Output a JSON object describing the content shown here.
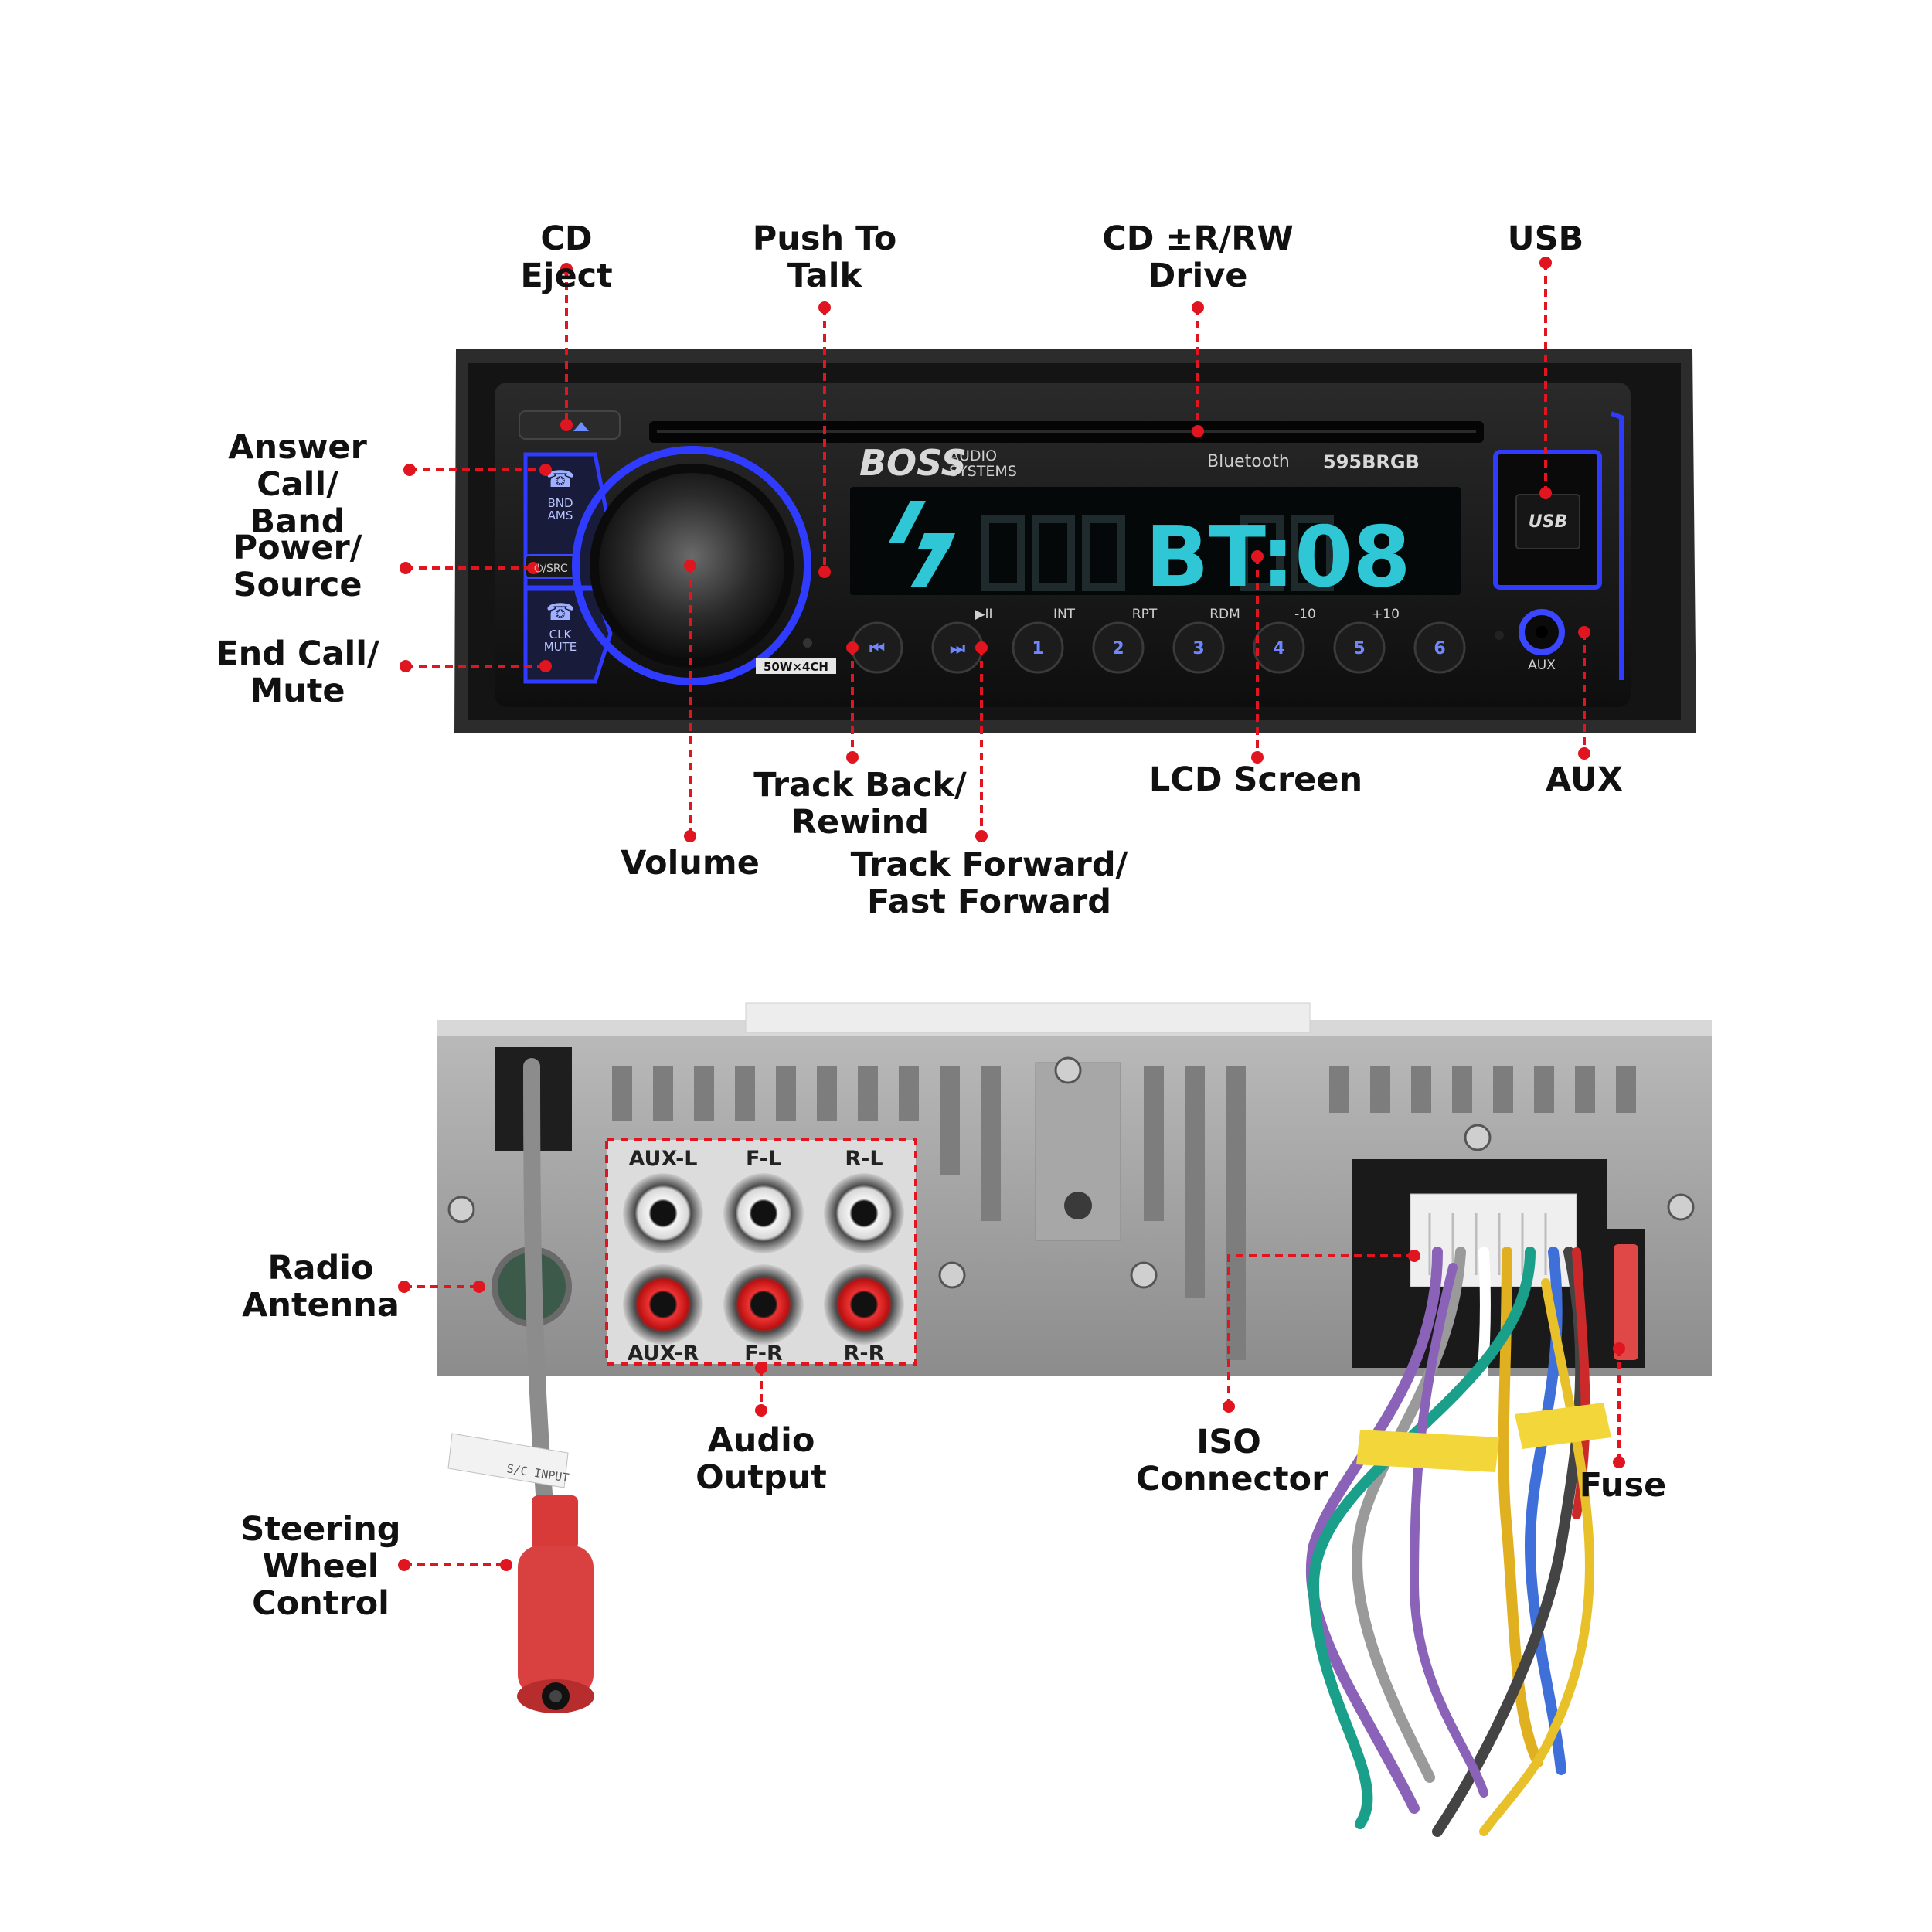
{
  "front_panel": {
    "brand": "BOSS",
    "brand_sub": "AUDIO\nSYSTEMS",
    "bluetooth": "Bluetooth",
    "model": "595BRGB",
    "lcd_text": "BT:08",
    "power_badge": "50W×4CH",
    "usb_label": "USB",
    "aux_label": "AUX",
    "left_buttons": [
      {
        "label": "BND\nAMS",
        "icon": "phone-answer-icon"
      },
      {
        "label": "⏻/SRC",
        "icon": "power-icon"
      },
      {
        "label": "CLK\nMUTE",
        "icon": "phone-hangup-icon"
      }
    ],
    "preset_buttons": [
      {
        "label": "⏮",
        "above": ""
      },
      {
        "label": "⏭",
        "above": "▶II"
      },
      {
        "label": "1",
        "above": "INT"
      },
      {
        "label": "2",
        "above": "RPT"
      },
      {
        "label": "3",
        "above": "RDM"
      },
      {
        "label": "4",
        "above": "-10"
      },
      {
        "label": "5",
        "above": "+10"
      },
      {
        "label": "6",
        "above": ""
      }
    ]
  },
  "rear_panel": {
    "rca_labels_top": [
      "AUX-L",
      "F-L",
      "R-L"
    ],
    "rca_labels_bottom": [
      "AUX-R",
      "F-R",
      "R-R"
    ],
    "tag_text": "S/C INPUT"
  },
  "callouts": {
    "cd_eject": "CD Eject",
    "push_to_talk": "Push To\nTalk",
    "cd_drive": "CD ±R/RW\nDrive",
    "usb": "USB",
    "answer_call": "Answer Call/\nBand",
    "power_source": "Power/\nSource",
    "end_call": "End Call/\nMute",
    "track_back": "Track Back/\nRewind",
    "lcd_screen": "LCD Screen",
    "aux": "AUX",
    "volume": "Volume",
    "track_forward": "Track Forward/\nFast Forward",
    "radio_antenna": "Radio\nAntenna",
    "audio_output": "Audio\nOutput",
    "iso_connector": "ISO\nConnector",
    "fuse": "Fuse",
    "steering_wheel": "Steering\nWheel\nControl"
  },
  "colors": {
    "accent_red": "#e0151f",
    "led_blue": "#2f3cff",
    "lcd_cyan": "#2fc7d6",
    "body_dark": "#1a1a1a",
    "chassis_grey": "#9a9a9a"
  }
}
